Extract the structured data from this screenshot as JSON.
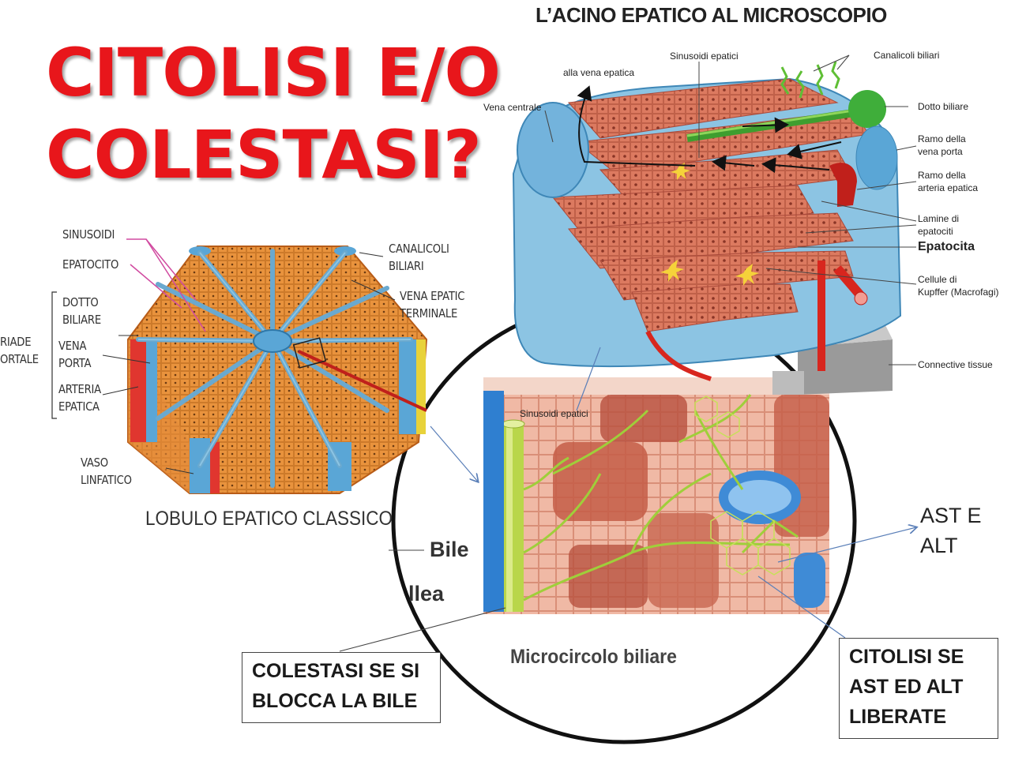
{
  "slide": {
    "title_line1": "CITOLISI E/O",
    "title_line2": "COLESTASI?"
  },
  "acino": {
    "title": "L’ACINO EPATICO AL MICROSCOPIO",
    "labels": {
      "alla_vena_epatica": "alla vena epatica",
      "sinusoidi_epatici": "Sinusoidi epatici",
      "canalicoli_biliari": "Canalicoli biliari",
      "vena_centrale": "Vena centrale",
      "dotto_biliare": "Dotto biliare",
      "ramo_vena_porta_1": "Ramo della",
      "ramo_vena_porta_2": "vena porta",
      "ramo_arteria_1": "Ramo della",
      "ramo_arteria_2": "arteria epatica",
      "lamine_1": "Lamine di",
      "lamine_2": "epatociti",
      "epatocita": "Epatocita",
      "kupffer_1": "Cellule di",
      "kupffer_2": "Kupffer (Macrofagi)",
      "connective": "Connective tissue",
      "sinusoidi_bottom": "Sinusoidi epatici"
    }
  },
  "lobulo": {
    "caption": "LOBULO EPATICO CLASSICO",
    "labels": {
      "sinusoidi": "SINUSOIDI",
      "epatocito": "EPATOCITO",
      "dotto_1": "DOTTO",
      "dotto_2": "BILIARE",
      "vena_1": "VENA",
      "vena_2": "PORTA",
      "arteria_1": "ARTERIA",
      "arteria_2": "EPATICA",
      "triade_1": "RIADE",
      "triade_2": "ORTALE",
      "vaso_1": "VASO",
      "vaso_2": "LINFATICO",
      "canalicoli_1": "CANALICOLI",
      "canalicoli_2": "BILIARI",
      "vena_epatic_1": "VENA EPATIC",
      "vena_epatic_2": "TERMINALE"
    }
  },
  "micro": {
    "bile": "Bile",
    "llea": "llea",
    "caption": "Microcircolo biliare",
    "ast_1": "AST E",
    "ast_2": "ALT"
  },
  "boxes": {
    "colestasi_1": "COLESTASI SE SI",
    "colestasi_2": "BLOCCA LA BILE",
    "citolisi_1": "CITOLISI SE",
    "citolisi_2": "AST ED ALT",
    "citolisi_3": "LIBERATE"
  },
  "colors": {
    "title_red": "#e8161b",
    "hepatocyte": "#d9735a",
    "sinusoid_blue": "#8fc3e0",
    "bile_green": "#7cbf3a",
    "artery_red": "#d8261e"
  }
}
